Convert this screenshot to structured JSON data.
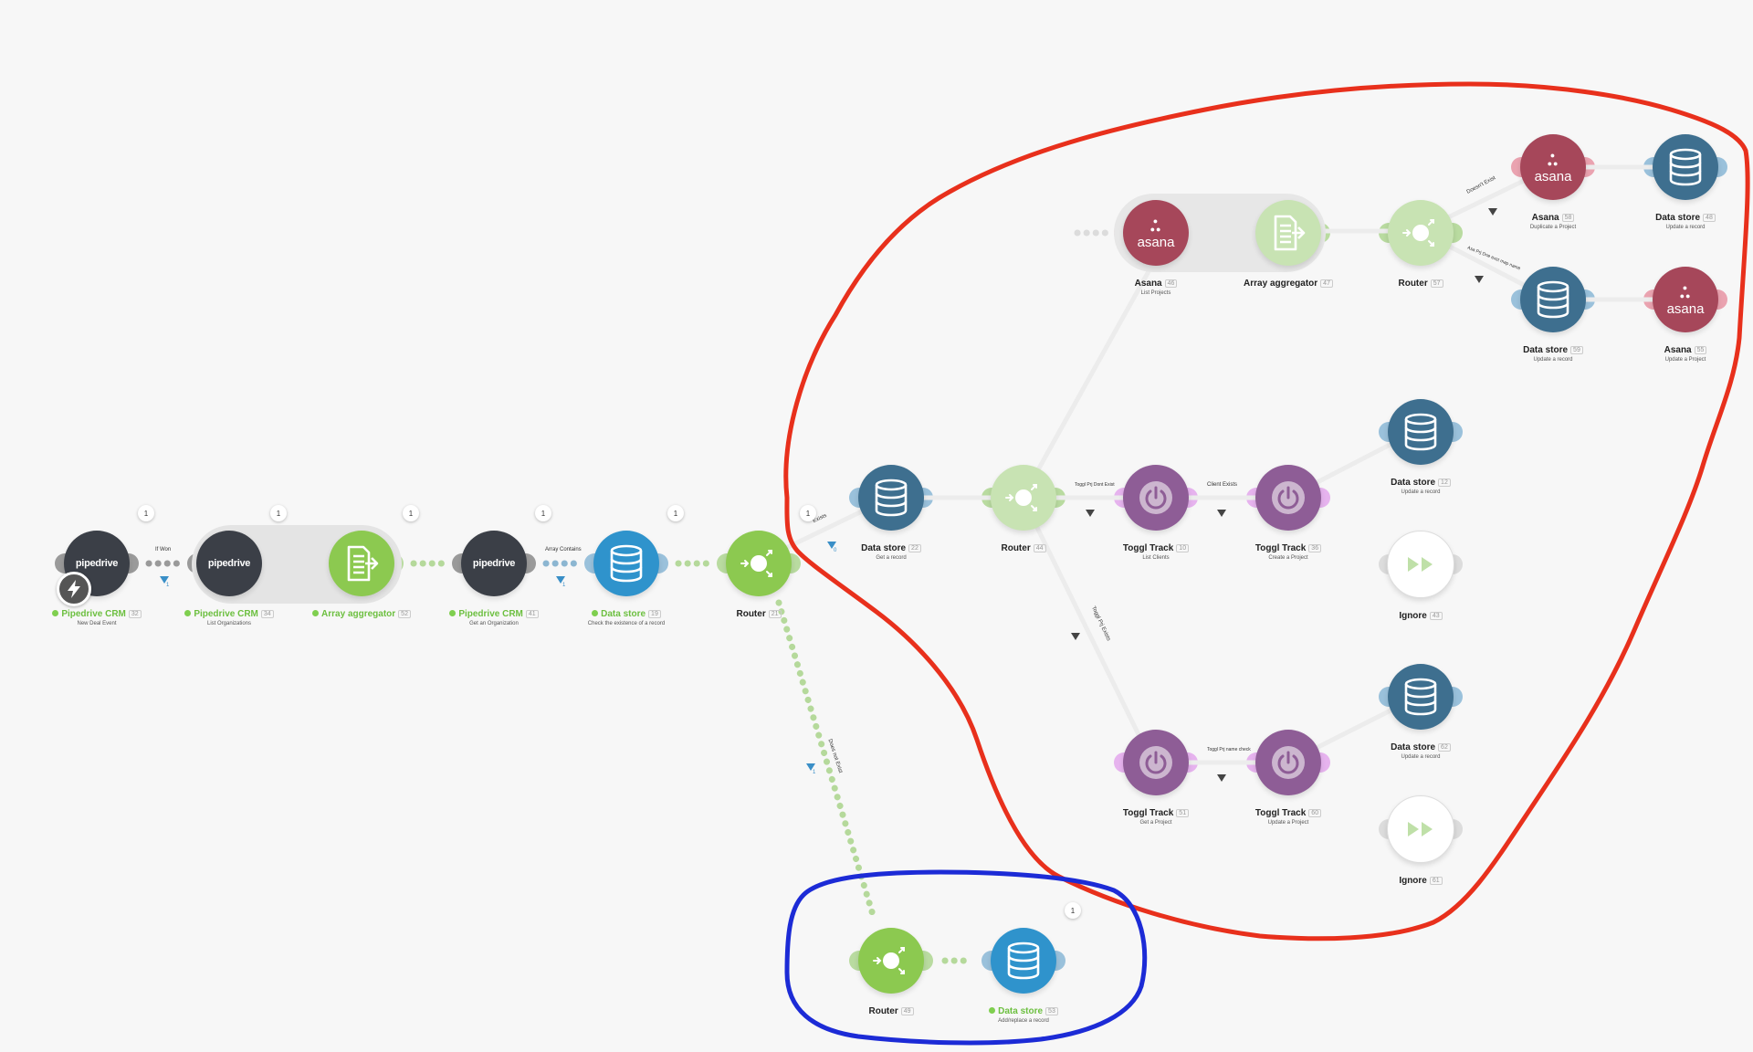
{
  "colors": {
    "pipedrive": "#3b3f47",
    "aggregator": "#8cc950",
    "datastore": "#2f93cc",
    "router": "#8cc950",
    "faded_datastore": "#3e6f8f",
    "faded_router": "#c8e3b3",
    "faded_aggregator": "#c8e3b3",
    "asana": "#a6475a",
    "toggl": "#8e5d96",
    "annotation_red": "#e8301c",
    "annotation_blue": "#1c2bd6"
  },
  "modules": [
    {
      "id": "m32",
      "name": "Pipedrive CRM",
      "num": "32",
      "sub": "New Deal Event",
      "icon": "pipedrive-logo",
      "status": "ok",
      "badge": "1"
    },
    {
      "id": "m34",
      "name": "Pipedrive CRM",
      "num": "34",
      "sub": "List Organizations",
      "icon": "pipedrive-logo",
      "status": "ok",
      "badge": "1"
    },
    {
      "id": "m52",
      "name": "Array aggregator",
      "num": "52",
      "sub": "",
      "icon": "aggregator-icon",
      "status": "ok",
      "badge": "1"
    },
    {
      "id": "m41",
      "name": "Pipedrive CRM",
      "num": "41",
      "sub": "Get an Organization",
      "icon": "pipedrive-logo",
      "status": "ok",
      "badge": "1"
    },
    {
      "id": "m19",
      "name": "Data store",
      "num": "19",
      "sub": "Check the existence of a record",
      "icon": "database-icon",
      "status": "ok",
      "badge": "1"
    },
    {
      "id": "m21",
      "name": "Router",
      "num": "21",
      "sub": "",
      "icon": "router-icon",
      "status": "",
      "badge": "1"
    },
    {
      "id": "m22",
      "name": "Data store",
      "num": "22",
      "sub": "Get a record",
      "icon": "database-icon",
      "status": "",
      "badge": ""
    },
    {
      "id": "m44",
      "name": "Router",
      "num": "44",
      "sub": "",
      "icon": "router-icon",
      "status": "",
      "badge": ""
    },
    {
      "id": "m10",
      "name": "Toggl Track",
      "num": "10",
      "sub": "List Clients",
      "icon": "toggl-icon",
      "status": "",
      "badge": ""
    },
    {
      "id": "m36",
      "name": "Toggl Track",
      "num": "36",
      "sub": "Create a Project",
      "icon": "toggl-icon",
      "status": "",
      "badge": ""
    },
    {
      "id": "m46",
      "name": "Asana",
      "num": "46",
      "sub": "List Projects",
      "icon": "asana-logo",
      "status": "",
      "badge": ""
    },
    {
      "id": "m47",
      "name": "Array aggregator",
      "num": "47",
      "sub": "",
      "icon": "aggregator-icon",
      "status": "",
      "badge": ""
    },
    {
      "id": "m57",
      "name": "Router",
      "num": "57",
      "sub": "",
      "icon": "router-icon",
      "status": "",
      "badge": ""
    },
    {
      "id": "m58",
      "name": "Asana",
      "num": "58",
      "sub": "Duplicate a Project",
      "icon": "asana-logo",
      "status": "",
      "badge": ""
    },
    {
      "id": "m48",
      "name": "Data store",
      "num": "48",
      "sub": "Update a record",
      "icon": "database-icon",
      "status": "",
      "badge": ""
    },
    {
      "id": "m59",
      "name": "Data store",
      "num": "59",
      "sub": "Update a record",
      "icon": "database-icon",
      "status": "",
      "badge": ""
    },
    {
      "id": "m55",
      "name": "Asana",
      "num": "55",
      "sub": "Update a Project",
      "icon": "asana-logo",
      "status": "",
      "badge": ""
    },
    {
      "id": "m12",
      "name": "Data store",
      "num": "12",
      "sub": "Update a record",
      "icon": "database-icon",
      "status": "",
      "badge": ""
    },
    {
      "id": "m43",
      "name": "Ignore",
      "num": "43",
      "sub": "",
      "icon": "ignore-icon",
      "status": "",
      "badge": ""
    },
    {
      "id": "m51",
      "name": "Toggl Track",
      "num": "51",
      "sub": "Get a Project",
      "icon": "toggl-icon",
      "status": "",
      "badge": ""
    },
    {
      "id": "m60",
      "name": "Toggl Track",
      "num": "60",
      "sub": "Update a Project",
      "icon": "toggl-icon",
      "status": "",
      "badge": ""
    },
    {
      "id": "m62",
      "name": "Data store",
      "num": "62",
      "sub": "Update a record",
      "icon": "database-icon",
      "status": "",
      "badge": ""
    },
    {
      "id": "m61",
      "name": "Ignore",
      "num": "61",
      "sub": "",
      "icon": "ignore-icon",
      "status": "",
      "badge": ""
    },
    {
      "id": "m49",
      "name": "Router",
      "num": "49",
      "sub": "",
      "icon": "router-icon",
      "status": "",
      "badge": ""
    },
    {
      "id": "m53",
      "name": "Data store",
      "num": "53",
      "sub": "Add/replace a record",
      "icon": "database-icon",
      "status": "ok",
      "badge": "1"
    }
  ],
  "route_labels": {
    "if_won": "If Won",
    "array_contains": "Array Contains",
    "exists": "Exists",
    "toggl_prj_dont_exist": "Toggl Prj Dont Exist",
    "client_exists": "Client Exists",
    "toggl_prj_exists": "Toggl Prj Exists",
    "toggl_prj_name_check": "Toggl Prj name check",
    "does_not_exist": "Does not Exist",
    "doesnt_exist": "Doesn't Exist",
    "asana_check": "Asa Prj Dne exst map name"
  },
  "filter_counts": {
    "f1": "1",
    "f2": "1",
    "f3": "0",
    "f4": "1"
  },
  "logos": {
    "pipedrive": "pipedrive",
    "asana": "asana"
  }
}
